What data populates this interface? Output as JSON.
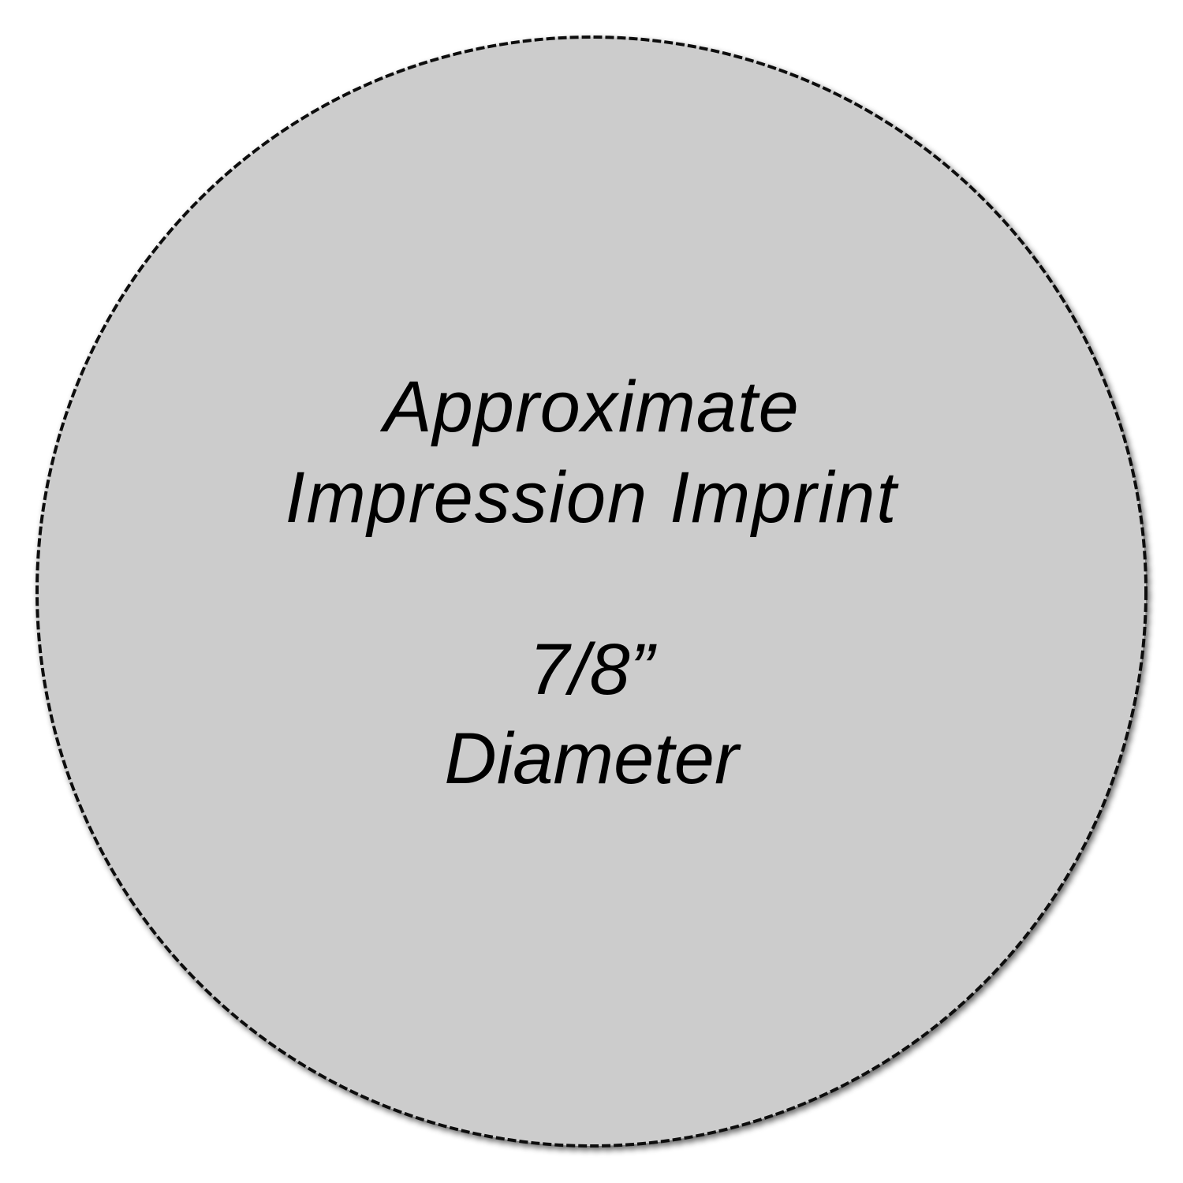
{
  "diagram": {
    "shape": "circle",
    "fill_color": "#cccccc",
    "border_color": "#111111",
    "border_style": "dashed",
    "labels": {
      "line1": "Approximate",
      "line2": "Impression Imprint",
      "size": "7/8”",
      "caption": "Diameter"
    }
  }
}
